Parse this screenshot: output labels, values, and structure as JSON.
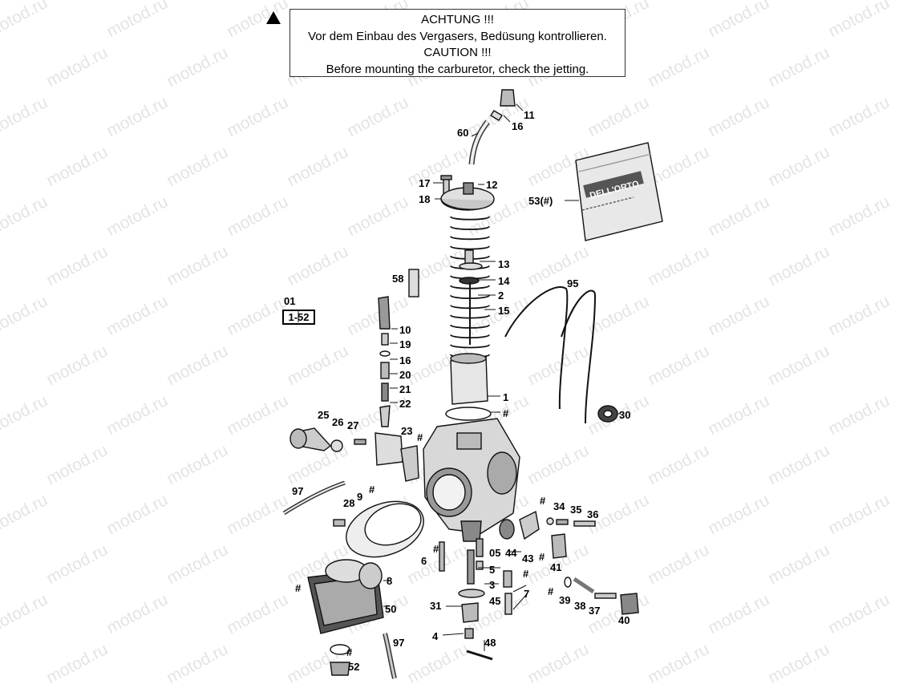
{
  "watermark": "motod.ru",
  "warning": {
    "line1": "ACHTUNG !!!",
    "line2": "Vor dem Einbau des Vergasers, Bedüsung kontrollieren.",
    "line3": "CAUTION !!!",
    "line4": "Before mounting the carburetor, check the jetting."
  },
  "reference": {
    "code": "01",
    "range": "1-52"
  },
  "jet_kit_brand": "DELL'ORTO",
  "labels": {
    "p11": "11",
    "p16a": "16",
    "p60": "60",
    "p17": "17",
    "p12": "12",
    "p18": "18",
    "p53": "53(#)",
    "p13": "13",
    "p58": "58",
    "p14": "14",
    "p2": "2",
    "p15": "15",
    "p95": "95",
    "p10": "10",
    "p19": "19",
    "p16b": "16",
    "p20": "20",
    "p21": "21",
    "p22": "22",
    "p1": "1",
    "h1": "#",
    "p30": "30",
    "p25": "25",
    "p26": "26",
    "p27": "27",
    "p23": "23",
    "h2": "#",
    "p97a": "97",
    "p9": "9",
    "h3": "#",
    "p28": "28",
    "h4": "#",
    "p34": "34",
    "p35": "35",
    "p36": "36",
    "p44": "44",
    "p43": "43",
    "p05": "05",
    "h5": "#",
    "p41": "41",
    "h6": "#",
    "p6": "6",
    "p5": "5",
    "h7": "#",
    "p8": "8",
    "h8": "#",
    "p3": "3",
    "p7": "7",
    "p50": "50",
    "p45": "45",
    "h9": "#",
    "p39": "39",
    "p38": "38",
    "p37": "37",
    "p31": "31",
    "p40": "40",
    "p4": "4",
    "p48": "48",
    "p97b": "97",
    "p52": "52",
    "h10": "#"
  }
}
